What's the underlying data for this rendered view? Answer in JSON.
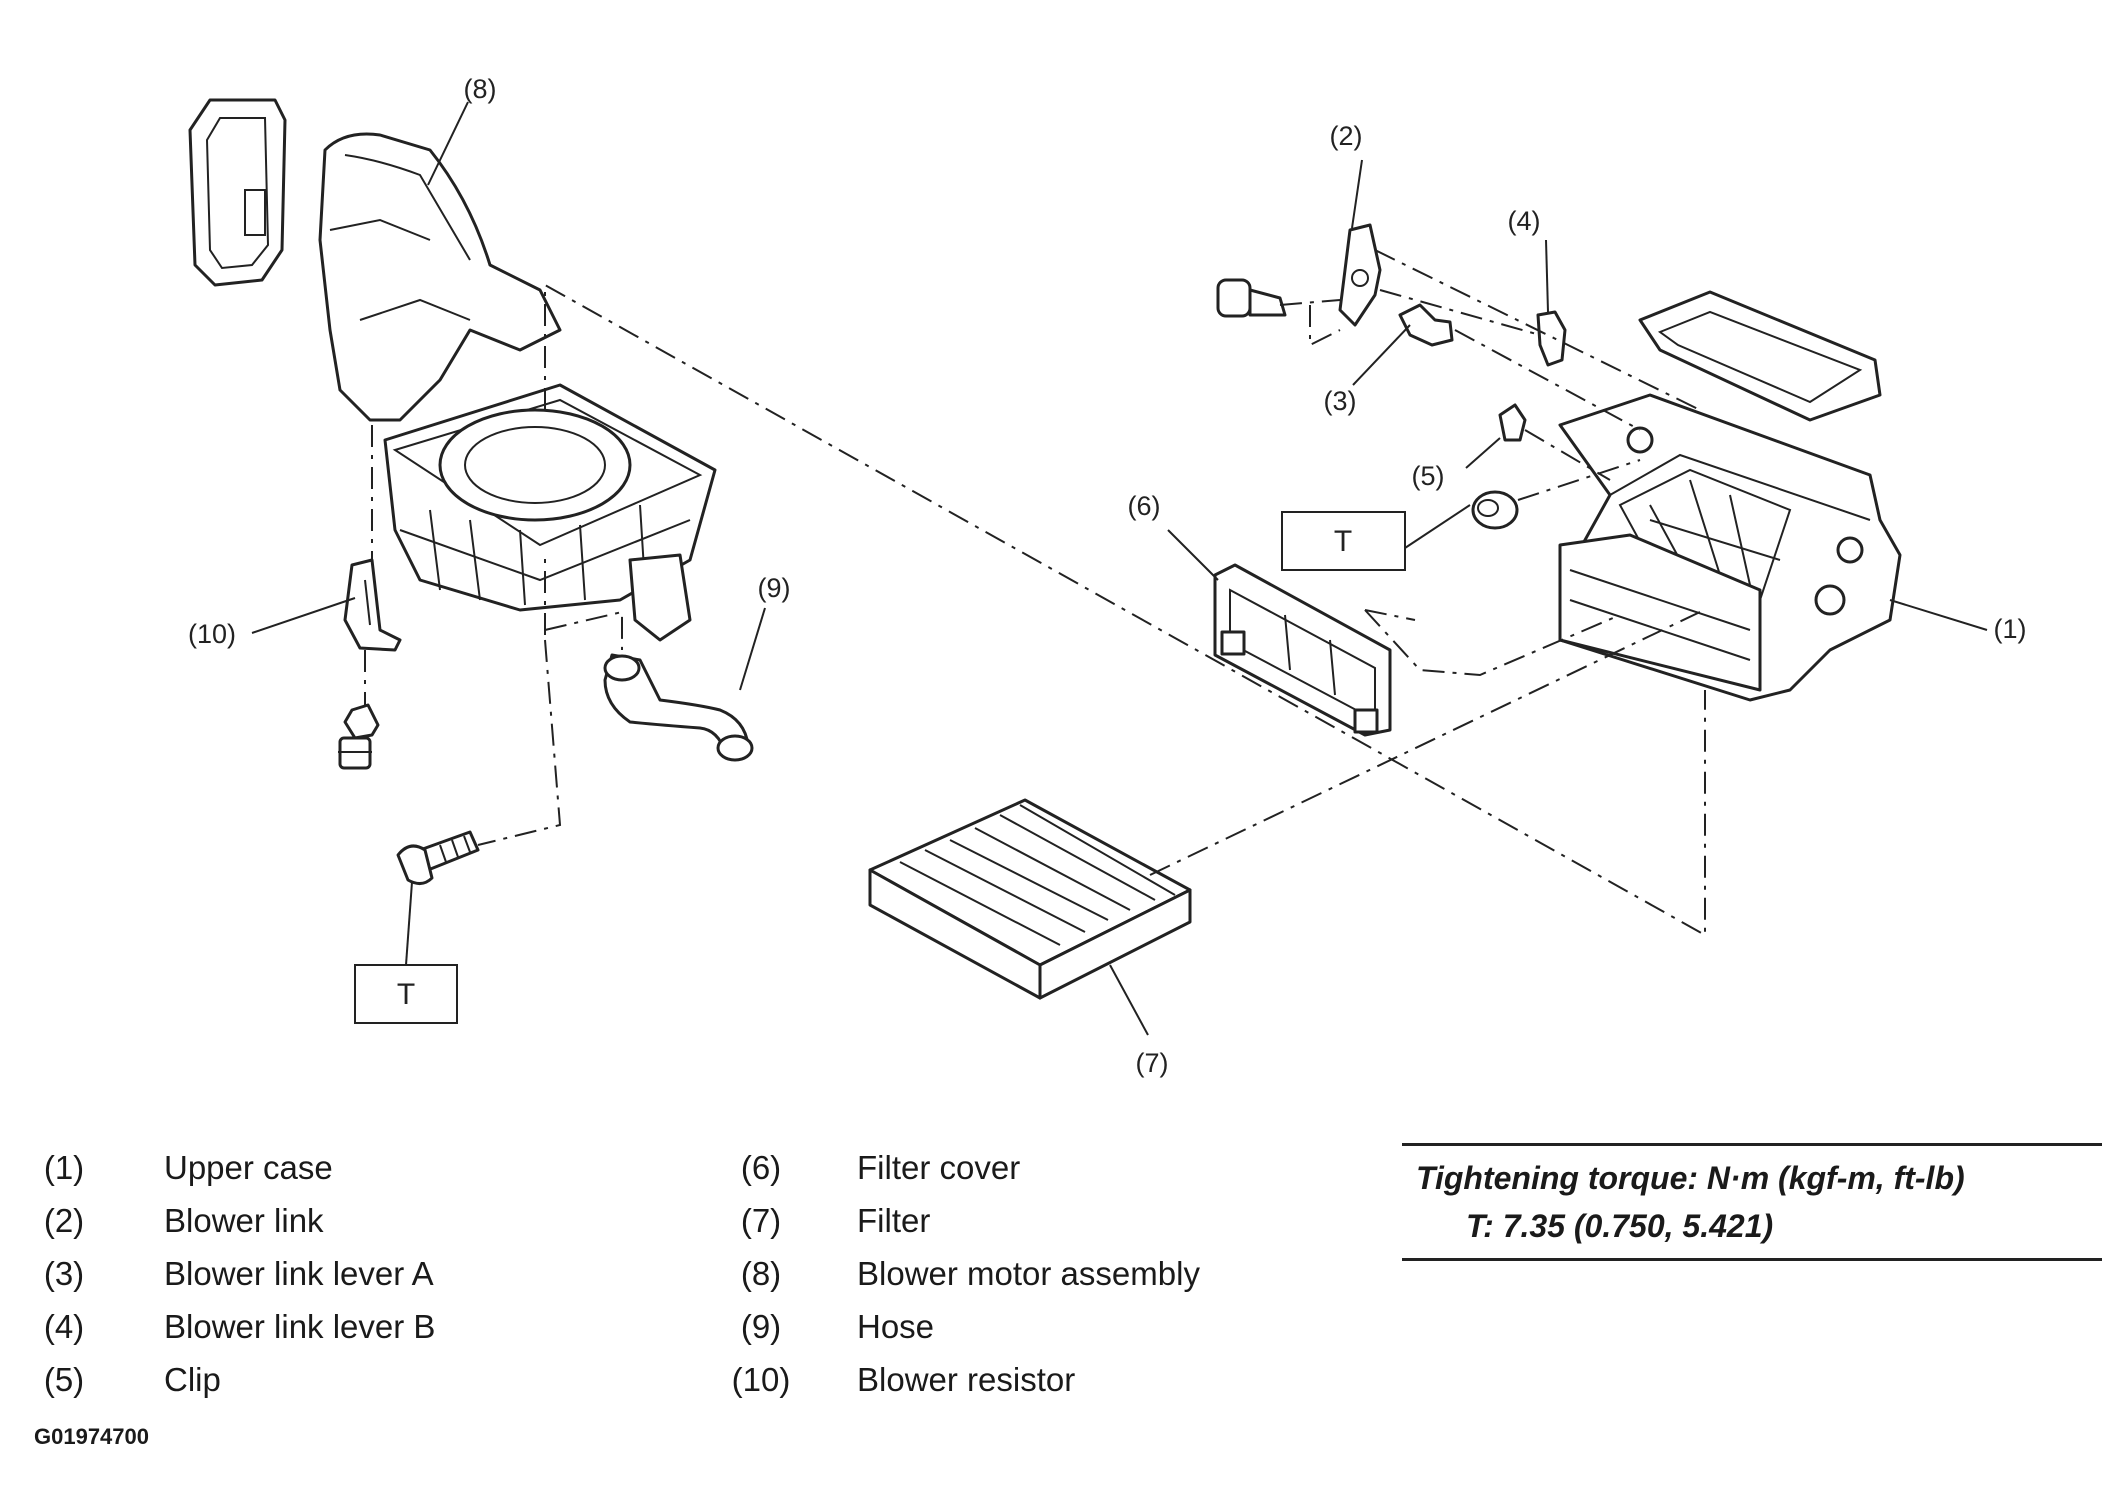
{
  "callouts": {
    "c1": "(1)",
    "c2": "(2)",
    "c3": "(3)",
    "c4": "(4)",
    "c5": "(5)",
    "c6": "(6)",
    "c7": "(7)",
    "c8": "(8)",
    "c9": "(9)",
    "c10": "(10)"
  },
  "torque_marks": {
    "t_left": "T",
    "t_right": "T"
  },
  "legend": [
    {
      "num": "(1)",
      "name": "Upper case"
    },
    {
      "num": "(2)",
      "name": "Blower link"
    },
    {
      "num": "(3)",
      "name": "Blower link lever A"
    },
    {
      "num": "(4)",
      "name": "Blower link lever B"
    },
    {
      "num": "(5)",
      "name": "Clip"
    },
    {
      "num": "(6)",
      "name": "Filter cover"
    },
    {
      "num": "(7)",
      "name": "Filter"
    },
    {
      "num": "(8)",
      "name": "Blower motor assembly"
    },
    {
      "num": "(9)",
      "name": "Hose"
    },
    {
      "num": "(10)",
      "name": "Blower resistor"
    }
  ],
  "torque_table": {
    "header": "Tightening torque: N·m (kgf-m, ft-lb)",
    "value": "T:   7.35 (0.750, 5.421)"
  },
  "figure_code": "G01974700"
}
